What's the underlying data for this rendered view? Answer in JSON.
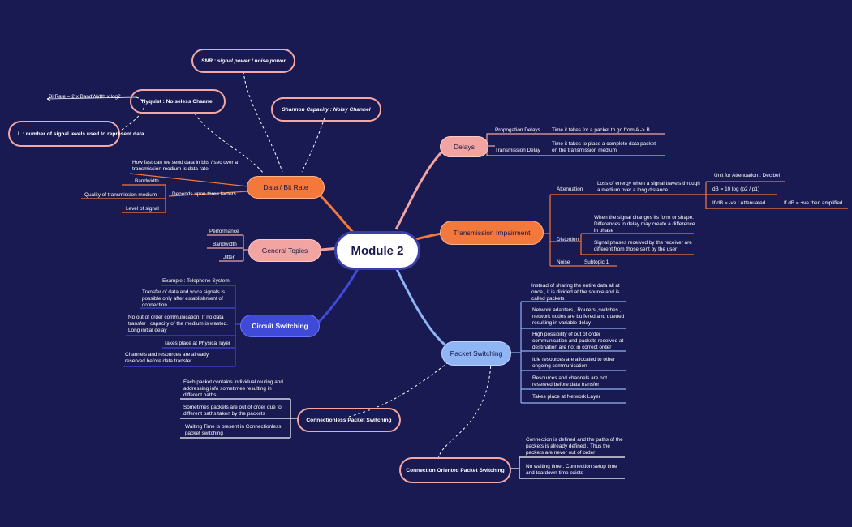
{
  "center": "Module 2",
  "data_rate": {
    "title": "Data / Bit Rate",
    "snr": "SNR : signal power / noise power",
    "nyquist": "Nyquist : Noiseless Channel",
    "shannon": "Shannon Capacity : Noisy Channel",
    "bitrate_formula": "BitRate = 2 x BandWidth x log2",
    "levels": "L : number of signal levels used to represent data",
    "definition": "How fast can we send data in bits / sec over a transmission medium is data rate",
    "depends": "Depends upon three factors",
    "factors": [
      "Bandwidth",
      "Quality of transmission medium",
      "Level of signal"
    ]
  },
  "general_topics": {
    "title": "General Topics",
    "items": [
      "Performance",
      "Bandwidth",
      "Jitter"
    ]
  },
  "circuit_switching": {
    "title": "Circuit Switching",
    "items": [
      "Example : Telephone System",
      "Transfer of data and voice signals is possible only after establishment of connection",
      "No out of order communication. If no data transfer , capacity of the medium is wasted. Long initial delay",
      "Takes place at Physical layer",
      "Channels and resources are already reserved before data transfer"
    ]
  },
  "connectionless": {
    "title": "Connectionless Packet Switching",
    "items": [
      "Each packet contains individual routing and addressing info sometimes resulting in different paths.",
      "Sometimes packets are out of order due to different paths taken by the packets",
      "Waiting Time is present in Connectionless packet switching"
    ]
  },
  "connection_oriented": {
    "title": "Connection Oriented Packet Switching",
    "items": [
      "Connection is defined and the paths of the packets is already defined . Thus the packets are never out of order",
      "No waiting time . Connection setup time and teardown time exists"
    ]
  },
  "packet_switching": {
    "title": "Packet Switching",
    "items": [
      "Instead of sharing the entire data all at once , it is divided at the source and is called packets",
      "Network adapters , Routers ,switches , network nodes are buffered and queued resulting in variable delay",
      "High possibility of out of order communication and packets received at destination are not in correct order",
      "Idle resources are allocated to other ongoing communication",
      "Resources and channels are not reserved before data transfer",
      "Takes place at Network Layer"
    ]
  },
  "delays": {
    "title": "Delays",
    "propagation": "Propogation Delays",
    "propagation_desc": "Time it takes for a packet to go from A -> B",
    "transmission": "Transmission Delay",
    "transmission_desc": "Time it takes to place a complete data packet on the transmission medium"
  },
  "impairment": {
    "title": "Transmission Impairment",
    "attenuation": "Attenuation",
    "attenuation_desc": "Loss of energy when a signal travels through a medium over a long distance.",
    "unit": "Unit for Attenuation : Decibel",
    "formula": "dB = 10 log (p2 / p1)",
    "negative": "If dB = -ve : Attenuated",
    "positive": "If dB = +ve then amplified",
    "distortion": "Distortion",
    "distortion_desc1": "When the signal changes its form or shape. Differences in delay may create a difference in phase",
    "distortion_desc2": "Signal phases received by the receiver are different from those sent by the user",
    "noise": "Noise",
    "subtopic": "Subtopic 1"
  },
  "colors": {
    "background": "#191a52",
    "orange": "#f3783b",
    "pink": "#f2a4a2",
    "blue": "#3f4bd8",
    "light_blue": "#90b5f5"
  }
}
